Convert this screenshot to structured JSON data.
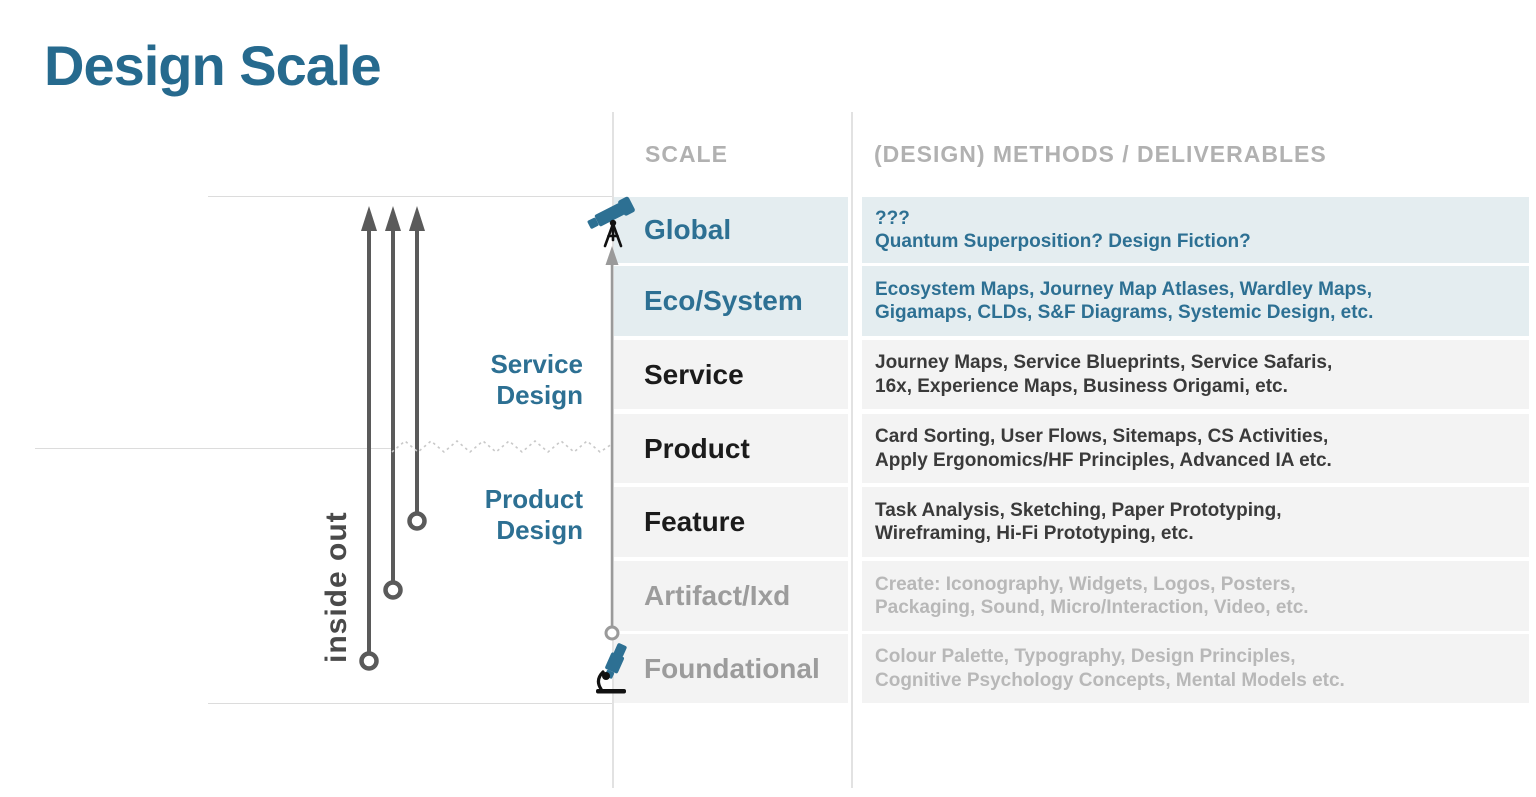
{
  "title": "Design Scale",
  "table": {
    "headers": {
      "scale": "SCALE",
      "methods": "(DESIGN) METHODS / DELIVERABLES"
    },
    "rows": [
      {
        "scale": "Global",
        "line1": "???",
        "line2": "Quantum Superposition? Design Fiction?",
        "tone": "teal-highlight"
      },
      {
        "scale": "Eco/System",
        "line1": "Ecosystem Maps, Journey Map Atlases, Wardley Maps,",
        "line2": "Gigamaps, CLDs, S&F Diagrams, Systemic Design, etc.",
        "tone": "teal-highlight"
      },
      {
        "scale": "Service",
        "line1": "Journey Maps, Service Blueprints, Service Safaris,",
        "line2": "16x, Experience Maps, Business Origami, etc.",
        "tone": "dark"
      },
      {
        "scale": "Product",
        "line1": "Card Sorting, User Flows, Sitemaps, CS Activities,",
        "line2": "Apply Ergonomics/HF Principles, Advanced IA etc.",
        "tone": "dark"
      },
      {
        "scale": "Feature",
        "line1": "Task Analysis, Sketching, Paper Prototyping,",
        "line2": "Wireframing, Hi-Fi Prototyping, etc.",
        "tone": "dark"
      },
      {
        "scale": "Artifact/Ixd",
        "line1": "Create: Iconography, Widgets, Logos, Posters,",
        "line2": "Packaging, Sound, Micro/Interaction, Video, etc.",
        "tone": "muted"
      },
      {
        "scale": "Foundational",
        "line1": "Colour Palette, Typography, Design  Principles,",
        "line2": "Cognitive Psychology Concepts, Mental Models etc.",
        "tone": "muted"
      }
    ]
  },
  "annotations": {
    "inside_out": "inside out",
    "service_design": {
      "line1": "Service",
      "line2": "Design"
    },
    "product_design": {
      "line1": "Product",
      "line2": "Design"
    }
  },
  "icons": {
    "global": "telescope-icon",
    "foundational": "microscope-icon"
  },
  "colors": {
    "title_teal": "#266a8e",
    "accent_teal": "#2d7093",
    "row_blue_bg": "#e4edf0",
    "row_gray_bg": "#f3f3f3",
    "muted_text": "#b8b8b8",
    "header_gray": "#b1b1b1",
    "arrow_dark": "#5a5a5a",
    "axis_gray": "#9a9a9a"
  }
}
